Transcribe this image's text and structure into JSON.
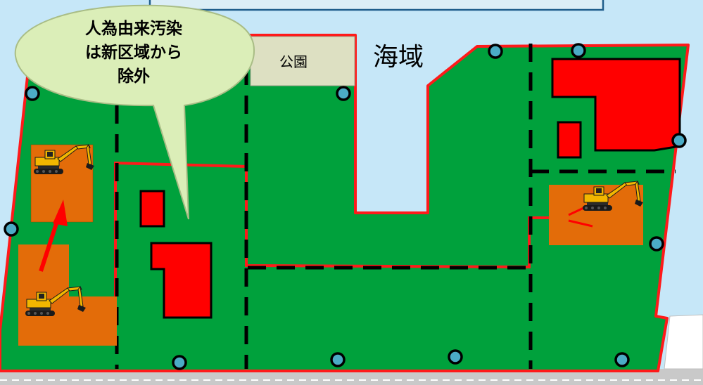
{
  "labels": {
    "sea": "海域",
    "park": "公園"
  },
  "callout": {
    "lines": [
      "人為由来汚染",
      "は新区域から",
      "除外"
    ]
  },
  "colors": {
    "sea": "#c6e7f8",
    "land": "#00a13c",
    "boundary": "#ff1a1a",
    "contamination": "#ff0000",
    "excavation_area": "#e36c09",
    "marker": "#4bacc6",
    "callout_fill": "#dbeeb8",
    "park_fill": "#dde0c2"
  },
  "icons": [
    "excavator-icon",
    "observation-well-icon",
    "arrow-icon"
  ]
}
